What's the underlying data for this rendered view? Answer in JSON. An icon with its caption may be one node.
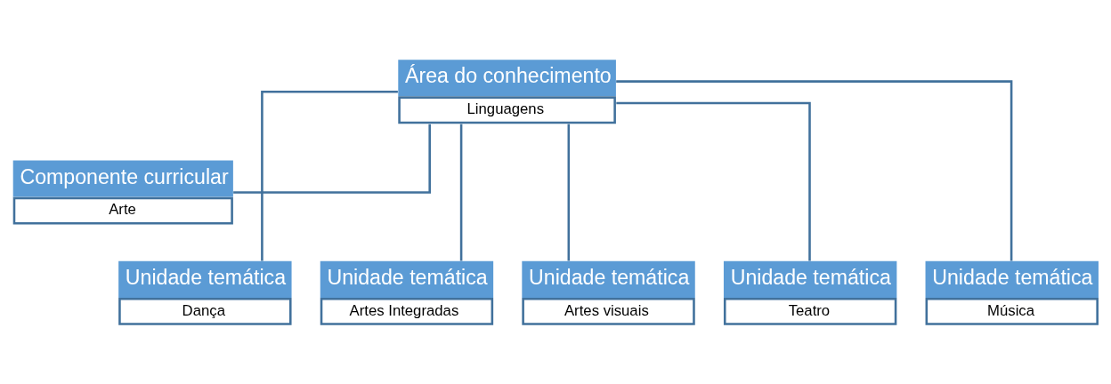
{
  "diagram": {
    "nodes": [
      {
        "text": [
          "Área do conhecimento",
          "Linguagens"
        ]
      },
      {
        "text": [
          "Componente curricular",
          "Arte"
        ]
      },
      {
        "text": [
          "Unidade temática",
          "Dança"
        ]
      },
      {
        "text": [
          "Unidade temática",
          "Artes Integradas"
        ]
      },
      {
        "text": [
          "Unidade temática",
          "Artes visuais"
        ]
      },
      {
        "text": [
          "Unidade temática",
          "Teatro"
        ]
      },
      {
        "text": [
          "Unidade temática",
          "Música"
        ]
      }
    ],
    "edges": [
      {
        "from": 0,
        "to": 1,
        "arrow": "none"
      },
      {
        "from": 0,
        "to": 2,
        "arrow": "none"
      },
      {
        "from": 0,
        "to": 3,
        "arrow": "none"
      },
      {
        "from": 0,
        "to": 4,
        "arrow": "none"
      },
      {
        "from": 0,
        "to": 5,
        "arrow": "none"
      },
      {
        "from": 0,
        "to": 6,
        "arrow": "none"
      }
    ]
  }
}
